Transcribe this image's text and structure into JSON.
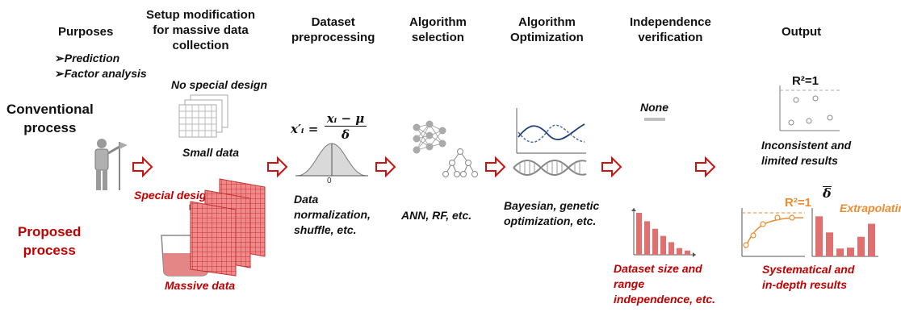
{
  "headers": {
    "purposes": "Purposes",
    "setup": [
      "Setup modification",
      "for massive data",
      "collection"
    ],
    "preprocessing": [
      "Dataset",
      "preprocessing"
    ],
    "algo_selection": [
      "Algorithm",
      "selection"
    ],
    "algo_optimization": [
      "Algorithm",
      "Optimization"
    ],
    "independence": [
      "Independence",
      "verification"
    ],
    "output": "Output"
  },
  "purposes": {
    "items": [
      "Prediction",
      "Factor analysis"
    ],
    "bullet": "➢"
  },
  "rows": {
    "conventional": [
      "Conventional",
      "process"
    ],
    "proposed": [
      "Proposed",
      "process"
    ]
  },
  "setup": {
    "no_special": "No special design",
    "small_data": "Small data",
    "special_design": "Special design",
    "massive_data": "Massive data"
  },
  "preprocessing": {
    "formula_lhs": "x′ᵢ =",
    "formula_num": "xᵢ − μ",
    "formula_den": "δ",
    "axis_zero": "0",
    "caption": [
      "Data",
      "normalization,",
      "shuffle, etc."
    ]
  },
  "selection": {
    "caption": "ANN, RF, etc."
  },
  "optimization": {
    "caption": [
      "Bayesian, genetic",
      "optimization, etc."
    ]
  },
  "independence": {
    "none": "None",
    "caption": [
      "Dataset size and",
      "range",
      "independence, etc."
    ],
    "bars": [
      1.0,
      0.8,
      0.62,
      0.45,
      0.3,
      0.16,
      0.1
    ]
  },
  "output": {
    "r2_top": "R²=1",
    "conventional_caption": [
      "Inconsistent and",
      "limited results"
    ],
    "r2_bottom": "R²=1",
    "delta_bar": "δ",
    "extrapolating": "Extrapolating",
    "proposed_caption": [
      "Systematical and",
      "in-depth results"
    ],
    "bars": [
      0.92,
      0.55,
      0.18,
      0.2,
      0.45,
      0.75
    ]
  },
  "colors": {
    "red": "#c00000",
    "bar_red": "#e07070",
    "orange": "#ed8b2f",
    "arrow_red": "#d01010",
    "gray": "#bfbfbf"
  }
}
